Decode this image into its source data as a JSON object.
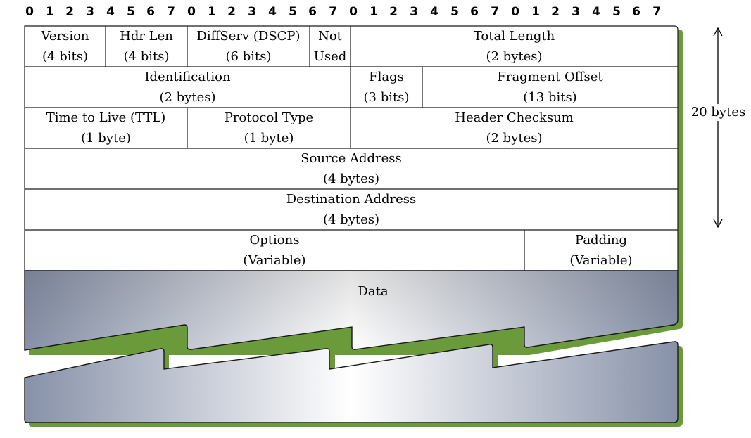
{
  "bit_ruler": [
    "0",
    "1",
    "2",
    "3",
    "4",
    "5",
    "6",
    "7",
    "0",
    "1",
    "2",
    "3",
    "4",
    "5",
    "6",
    "7",
    "0",
    "1",
    "2",
    "3",
    "4",
    "5",
    "6",
    "7",
    "0",
    "1",
    "2",
    "3",
    "4",
    "5",
    "6",
    "7"
  ],
  "rows": [
    [
      {
        "id": "version",
        "name": "Version",
        "size": "(4 bits)"
      },
      {
        "id": "hdr-len",
        "name": "Hdr Len",
        "size": "(4 bits)"
      },
      {
        "id": "diffserv",
        "name": "DiffServ (DSCP)",
        "size": "(6 bits)"
      },
      {
        "id": "not-used",
        "name": "Not",
        "size": "Used"
      },
      {
        "id": "total-length",
        "name": "Total Length",
        "size": "(2 bytes)"
      }
    ],
    [
      {
        "id": "identification",
        "name": "Identification",
        "size": "(2 bytes)"
      },
      {
        "id": "flags",
        "name": "Flags",
        "size": "(3 bits)"
      },
      {
        "id": "fragment-offset",
        "name": "Fragment Offset",
        "size": "(13 bits)"
      }
    ],
    [
      {
        "id": "ttl",
        "name": "Time to Live (TTL)",
        "size": "(1 byte)"
      },
      {
        "id": "protocol-type",
        "name": "Protocol Type",
        "size": "(1 byte)"
      },
      {
        "id": "header-checksum",
        "name": "Header Checksum",
        "size": "(2 bytes)"
      }
    ],
    [
      {
        "id": "source-address",
        "name": "Source Address",
        "size": "(4 bytes)"
      }
    ],
    [
      {
        "id": "destination-address",
        "name": "Destination Address",
        "size": "(4 bytes)"
      }
    ],
    [
      {
        "id": "options",
        "name": "Options",
        "size": "(Variable)"
      },
      {
        "id": "padding",
        "name": "Padding",
        "size": "(Variable)"
      }
    ]
  ],
  "header_size_label": "20 bytes",
  "data_label": "Data",
  "colors": {
    "shadow": "#6b9a3a",
    "gradient_edge": "#8791a8",
    "gradient_center": "#ffffff",
    "line": "#1a1a1a"
  }
}
